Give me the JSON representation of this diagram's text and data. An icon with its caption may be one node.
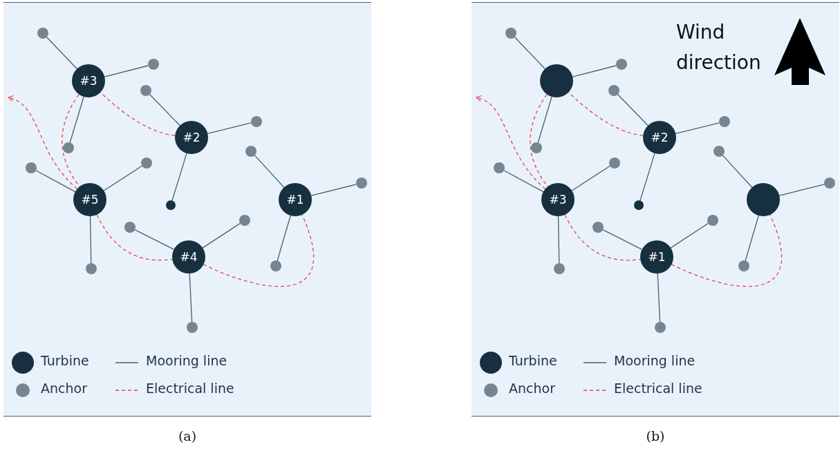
{
  "diagram": {
    "nodes": [
      {
        "text": [],
        "shape": "box",
        "beside": [
          "(a)"
        ]
      },
      {
        "text": [],
        "shape": "circle",
        "in": 0
      },
      {
        "text": [
          "#3"
        ],
        "in": 0
      },
      {
        "text": [],
        "shape": "circle",
        "in": 0
      },
      {
        "text": [],
        "shape": "circle",
        "in": 0
      },
      {
        "text": [
          "#2"
        ],
        "in": 0
      },
      {
        "text": [],
        "shape": "circle",
        "in": 0
      },
      {
        "text": [],
        "shape": "circle",
        "in": 0
      },
      {
        "text": [],
        "shape": "circle",
        "in": 0
      },
      {
        "text": [],
        "shape": "circle",
        "in": 0
      },
      {
        "text": [],
        "shape": "circle",
        "in": 0
      },
      {
        "text": [],
        "shape": "circle",
        "in": 0
      },
      {
        "text": [
          "#5"
        ],
        "in": 0
      },
      {
        "text": [
          "#1"
        ],
        "in": 0
      },
      {
        "text": [],
        "shape": "circle",
        "in": 0
      },
      {
        "text": [],
        "shape": "circle",
        "in": 0
      },
      {
        "text": [],
        "shape": "circle",
        "in": 0
      },
      {
        "text": [
          "#4"
        ],
        "in": 0
      },
      {
        "text": [],
        "shape": "circle",
        "in": 0
      },
      {
        "text": [],
        "shape": "circle",
        "in": 0
      },
      {
        "text": [],
        "shape": "circle",
        "in": 0
      },
      {
        "text": [],
        "shape": "box",
        "beside": [
          "(b)"
        ]
      },
      {
        "text": [],
        "shape": "circle",
        "in": 21
      },
      {
        "text": [],
        "shape": "circle",
        "in": 21
      },
      {
        "text": [],
        "shape": "circle",
        "in": 21
      },
      {
        "text": [],
        "shape": "circle",
        "in": 21
      },
      {
        "text": [
          "#2"
        ],
        "in": 21
      },
      {
        "text": [],
        "shape": "circle",
        "in": 21
      },
      {
        "text": [],
        "shape": "circle",
        "in": 21
      },
      {
        "text": [],
        "shape": "circle",
        "in": 21
      },
      {
        "text": [],
        "shape": "circle",
        "in": 21
      },
      {
        "text": [],
        "shape": "circle",
        "in": 21
      },
      {
        "text": [],
        "shape": "circle",
        "in": 21
      },
      {
        "text": [
          "#3"
        ],
        "in": 21
      },
      {
        "text": [],
        "shape": "circle",
        "in": 21
      },
      {
        "text": [],
        "shape": "circle",
        "in": 21
      },
      {
        "text": [],
        "shape": "circle",
        "in": 21
      },
      {
        "text": [],
        "shape": "circle",
        "in": 21
      },
      {
        "text": [
          "#1"
        ],
        "in": 21
      },
      {
        "text": [],
        "shape": "circle",
        "in": 21
      },
      {
        "text": [],
        "shape": "circle",
        "in": 21
      },
      {
        "text": [],
        "shape": "circle",
        "in": 21
      }
    ],
    "edges": [
      {
        "from": 2,
        "to": 1,
        "arrow": "none"
      },
      {
        "from": 2,
        "to": 3,
        "arrow": "none"
      },
      {
        "from": 2,
        "to": 7,
        "arrow": "none"
      },
      {
        "from": 5,
        "to": 4,
        "arrow": "none"
      },
      {
        "from": 5,
        "to": 6,
        "arrow": "none"
      },
      {
        "from": 5,
        "to": 14,
        "arrow": "none"
      },
      {
        "from": 12,
        "to": 9,
        "arrow": "none"
      },
      {
        "from": 12,
        "to": 10,
        "arrow": "none"
      },
      {
        "from": 12,
        "to": 19,
        "arrow": "none"
      },
      {
        "from": 13,
        "to": 8,
        "arrow": "none"
      },
      {
        "from": 13,
        "to": 11,
        "arrow": "none"
      },
      {
        "from": 13,
        "to": 18,
        "arrow": "none"
      },
      {
        "from": 17,
        "to": 15,
        "arrow": "none"
      },
      {
        "from": 17,
        "to": 16,
        "arrow": "none"
      },
      {
        "from": 17,
        "to": 20,
        "arrow": "none"
      },
      {
        "from": 5,
        "to": 2,
        "arrow": "none",
        "style": "dashed",
        "color": "#e8404f"
      },
      {
        "from": 2,
        "to": 12,
        "arrow": "none",
        "style": "dashed",
        "color": "#e8404f"
      },
      {
        "from": 12,
        "to": null,
        "arrow": "to",
        "style": "dashed",
        "color": "#e8404f"
      },
      {
        "from": 12,
        "to": 17,
        "arrow": "none",
        "style": "dashed",
        "color": "#e8404f"
      },
      {
        "from": 17,
        "to": 13,
        "arrow": "none",
        "style": "dashed",
        "color": "#e8404f"
      },
      {
        "from": 23,
        "to": 22,
        "arrow": "none"
      },
      {
        "from": 23,
        "to": 24,
        "arrow": "none"
      },
      {
        "from": 23,
        "to": 28,
        "arrow": "none"
      },
      {
        "from": 26,
        "to": 25,
        "arrow": "none"
      },
      {
        "from": 26,
        "to": 27,
        "arrow": "none"
      },
      {
        "from": 26,
        "to": 35,
        "arrow": "none"
      },
      {
        "from": 33,
        "to": 30,
        "arrow": "none"
      },
      {
        "from": 33,
        "to": 31,
        "arrow": "none"
      },
      {
        "from": 33,
        "to": 40,
        "arrow": "none"
      },
      {
        "from": 34,
        "to": 29,
        "arrow": "none"
      },
      {
        "from": 34,
        "to": 32,
        "arrow": "none"
      },
      {
        "from": 34,
        "to": 39,
        "arrow": "none"
      },
      {
        "from": 38,
        "to": 36,
        "arrow": "none"
      },
      {
        "from": 38,
        "to": 37,
        "arrow": "none"
      },
      {
        "from": 38,
        "to": 41,
        "arrow": "none"
      },
      {
        "from": 26,
        "to": 23,
        "arrow": "none",
        "style": "dashed",
        "color": "#e8404f"
      },
      {
        "from": 23,
        "to": 33,
        "arrow": "none",
        "style": "dashed",
        "color": "#e8404f"
      },
      {
        "from": 33,
        "to": null,
        "arrow": "to",
        "style": "dashed",
        "color": "#e8404f"
      },
      {
        "from": 33,
        "to": 38,
        "arrow": "none",
        "style": "dashed",
        "color": "#e8404f"
      },
      {
        "from": 38,
        "to": 34,
        "arrow": "none",
        "style": "dashed",
        "color": "#e8404f"
      }
    ],
    "labels": [
      "Wind direction"
    ],
    "legend": [
      {
        "text": "Turbine",
        "color": "#163040"
      },
      {
        "text": "Mooring line"
      },
      {
        "text": "Anchor",
        "color": "#76868e"
      },
      {
        "text": "Electrical line"
      },
      {
        "text": "Turbine",
        "color": "#163040"
      },
      {
        "text": "Mooring line"
      },
      {
        "text": "Anchor",
        "color": "#76868e"
      },
      {
        "text": "Electrical line"
      }
    ]
  }
}
